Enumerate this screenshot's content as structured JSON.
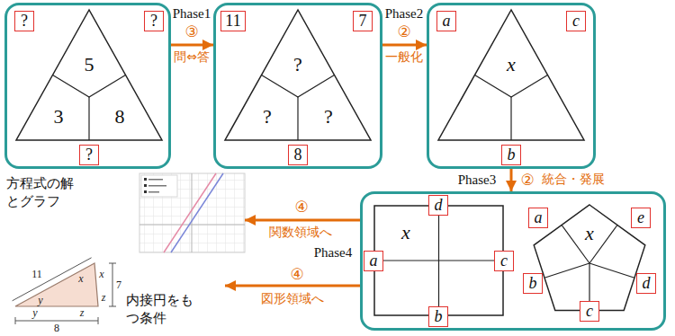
{
  "diagram": {
    "nodes": [
      {
        "text": []
      },
      {
        "text": [
          "5",
          "3",
          "8"
        ],
        "in": 0
      },
      {
        "text": [
          "?"
        ],
        "in": 0
      },
      {
        "text": [
          "?"
        ],
        "in": 0
      },
      {
        "text": [
          "?"
        ],
        "in": 0
      },
      {
        "text": []
      },
      {
        "text": [
          "?",
          "?",
          "?"
        ],
        "in": 5
      },
      {
        "text": [
          "11"
        ],
        "in": 5
      },
      {
        "text": [
          "7"
        ],
        "in": 5
      },
      {
        "text": [
          "8"
        ],
        "in": 5
      },
      {
        "text": []
      },
      {
        "text": [
          "x"
        ],
        "in": 10
      },
      {
        "text": [
          "a"
        ],
        "in": 10
      },
      {
        "text": [
          "c"
        ],
        "in": 10
      },
      {
        "text": [
          "b"
        ],
        "in": 10
      },
      {
        "text": []
      },
      {
        "text": [
          "x"
        ],
        "in": 15
      },
      {
        "text": [
          "d"
        ],
        "in": 15
      },
      {
        "text": [
          "a"
        ],
        "in": 15
      },
      {
        "text": [
          "c"
        ],
        "in": 15
      },
      {
        "text": [
          "b"
        ],
        "in": 15
      },
      {
        "text": [
          "x"
        ],
        "in": 15
      },
      {
        "text": [
          "a"
        ],
        "in": 15
      },
      {
        "text": [
          "e"
        ],
        "in": 15
      },
      {
        "text": [
          "b"
        ],
        "in": 15
      },
      {
        "text": [
          "d"
        ],
        "in": 15
      },
      {
        "text": [
          "c"
        ],
        "in": 15
      },
      {
        "text": [
          "方程式の解とグラフ"
        ]
      },
      {
        "text": [
          "内接円をもつ条件"
        ]
      }
    ],
    "edges": [
      {
        "from": 0,
        "to": 5,
        "arrow": "to",
        "label": "③"
      },
      {
        "from": 5,
        "to": 10,
        "arrow": "to",
        "label": "②"
      },
      {
        "from": 10,
        "to": 15,
        "arrow": "to",
        "label": "②"
      },
      {
        "from": 15,
        "to": 27,
        "arrow": "to",
        "label": "④"
      },
      {
        "from": 15,
        "to": 28,
        "arrow": "to",
        "label": "④"
      }
    ],
    "labels": [
      "Phase1",
      "問⇔答",
      "Phase2",
      "一般化",
      "Phase3",
      "統合・発展",
      "関数領域へ",
      "Phase4",
      "図形領域へ",
      "11",
      "x",
      "x",
      "y",
      "y",
      "z",
      "z",
      "7",
      "8"
    ]
  }
}
